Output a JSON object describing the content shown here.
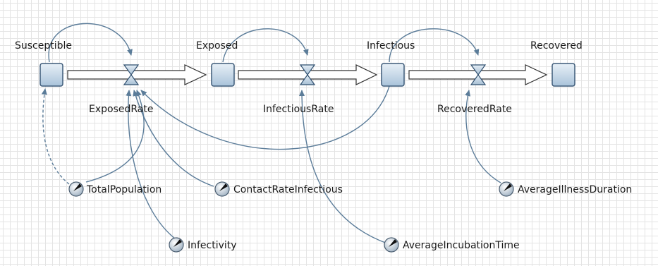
{
  "stocks": {
    "susceptible": "Susceptible",
    "exposed": "Exposed",
    "infectious": "Infectious",
    "recovered": "Recovered"
  },
  "flows": {
    "exposed_rate": "ExposedRate",
    "infectious_rate": "InfectiousRate",
    "recovered_rate": "RecoveredRate"
  },
  "parameters": {
    "total_population": "TotalPopulation",
    "contact_rate_infectious": "ContactRateInfectious",
    "average_illness_duration": "AverageIllnessDuration",
    "infectivity": "Infectivity",
    "average_incubation_time": "AverageIncubationTime"
  },
  "colors": {
    "link": "#5b7c99",
    "stock_fill": "#c9dbea",
    "grid": "#e4e4e4"
  }
}
